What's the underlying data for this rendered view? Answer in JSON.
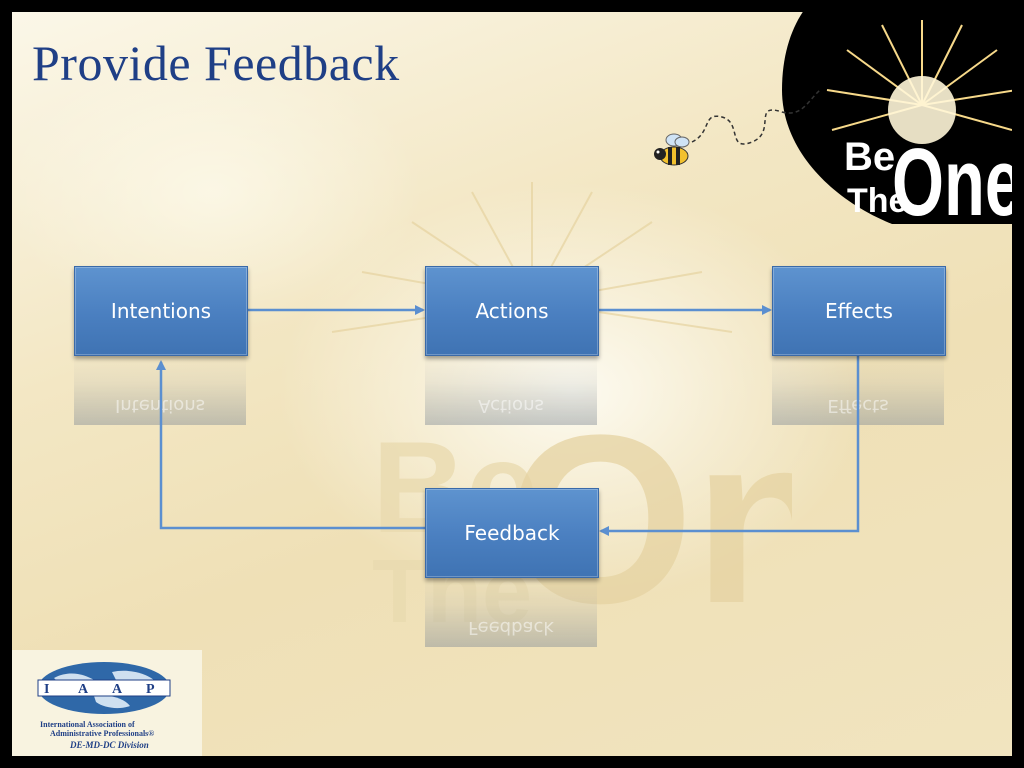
{
  "slide": {
    "title": "Provide Feedback"
  },
  "diagram": {
    "nodes": [
      {
        "id": "intentions",
        "label": "Intentions"
      },
      {
        "id": "actions",
        "label": "Actions"
      },
      {
        "id": "effects",
        "label": "Effects"
      },
      {
        "id": "feedback",
        "label": "Feedback"
      }
    ],
    "edges": [
      {
        "from": "intentions",
        "to": "actions"
      },
      {
        "from": "actions",
        "to": "effects"
      },
      {
        "from": "effects",
        "to": "feedback"
      },
      {
        "from": "feedback",
        "to": "intentions"
      }
    ]
  },
  "branding": {
    "be_the_one_logo": {
      "line1": "Be",
      "line2": "The",
      "line3": "One"
    },
    "iaap_logo": {
      "letters": [
        "I",
        "A",
        "A",
        "P"
      ],
      "name_line1": "International Association of",
      "name_line2": "Administrative Professionals®",
      "division": "DE-MD-DC Division"
    }
  },
  "colors": {
    "title": "#1f3f86",
    "node_fill": "#4f83c2",
    "connector": "#5b8fd0"
  }
}
